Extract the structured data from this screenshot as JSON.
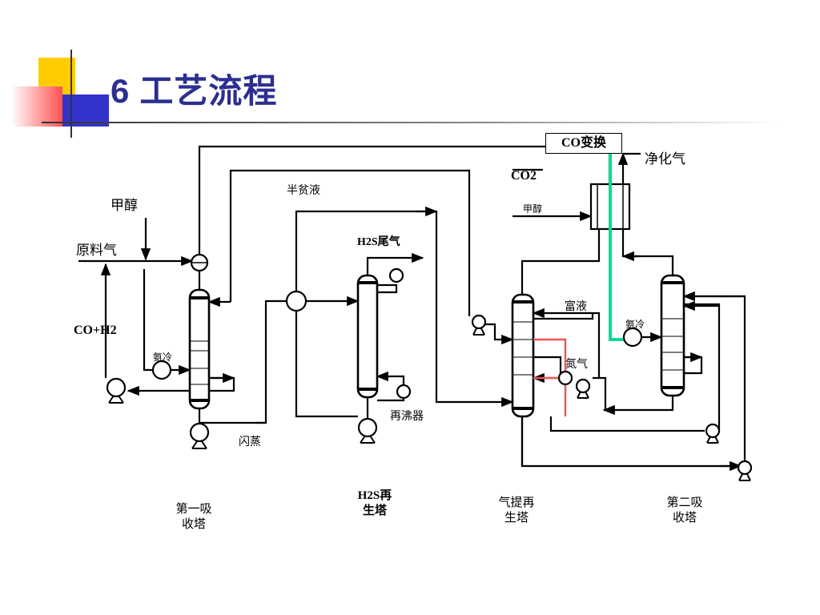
{
  "title": {
    "number": "6",
    "text": "工艺流程"
  },
  "colors": {
    "title": "#2b2f8f",
    "deco_yellow": "#ffcc00",
    "deco_blue": "#3333cc",
    "deco_red": "#ff5050",
    "green_line": "#00dd99",
    "red_line": "#ee5555"
  },
  "labels": {
    "co_shift": "CO变换",
    "purified_gas": "净化气",
    "co2": "CO2",
    "methanol_small": "甲醇",
    "semi_lean": "半贫液",
    "methanol": "甲醇",
    "h2s_tail": "H2S尾气",
    "feed_gas": "原料气",
    "co_h2": "CO+H2",
    "ammonia_cool_1": "氨冷",
    "rich_liquid": "富液",
    "ammonia_cool_2": "氨冷",
    "nitrogen": "氮气",
    "reboiler": "再沸器",
    "flash": "闪蒸"
  },
  "captions": {
    "absorber1": "第一吸\n收塔",
    "h2s_regen": "H2S再\n生塔",
    "stripper": "气提再\n生塔",
    "absorber2": "第二吸\n收塔"
  }
}
